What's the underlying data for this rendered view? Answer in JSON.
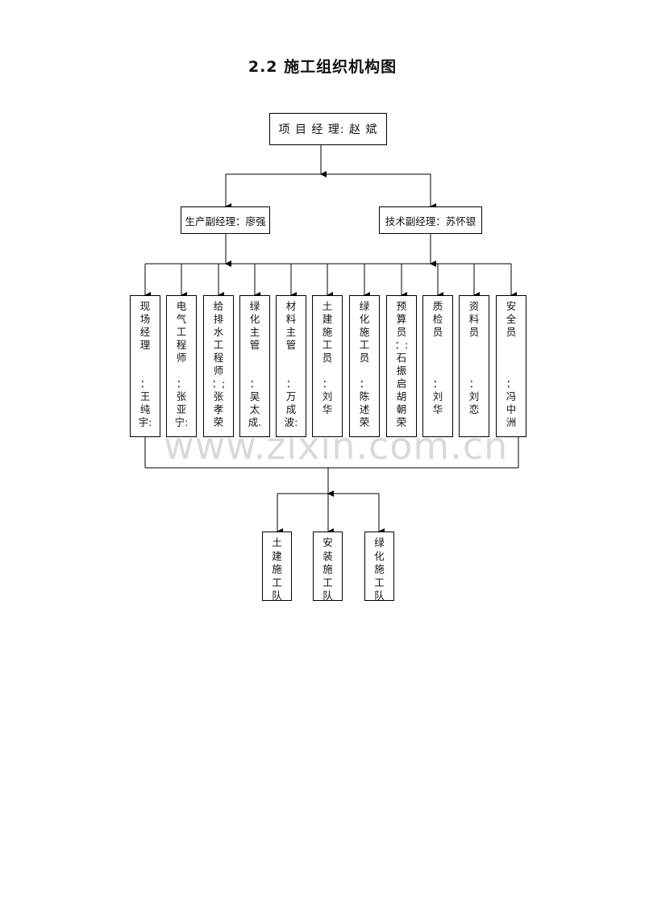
{
  "title": "2.2 施工组织机构图",
  "manager": "项 目 经 理: 赵 斌",
  "deputies": [
    "生产副经理：廖强",
    "技术副经理：苏怀银"
  ],
  "roles": [
    "现\n场\n经\n理\n\n\n：\n王\n纯\n宇:",
    "电\n气\n工\n程\n师\n\n：\n张\n亚\n宁:",
    "给\n排\n水\n工\n程\n师\n：;\n张\n孝\n荣",
    "绿\n化\n主\n管\n\n\n：\n吴\n太\n成.",
    "材\n料\n主\n管\n\n\n：\n万\n成\n波:",
    "土\n建\n施\n工\n员\n\n：\n刘\n华",
    "绿\n化\n施\n工\n员\n\n：\n陈\n述\n荣",
    "预\n算\n员\n：:\n石\n振\n启\n胡\n朝\n荣",
    "质\n检\n员\n\n\n\n：\n刘\n华",
    "资\n料\n员\n\n\n\n：\n刘\n恋",
    "安\n全\n员\n\n\n\n：\n冯\n中\n洲"
  ],
  "teams": [
    "土\n建\n施\n工\n队",
    "安\n装\n施\n工\n队",
    "绿\n化\n施\n工\n队"
  ],
  "watermark": "www.zixin.com.cn"
}
